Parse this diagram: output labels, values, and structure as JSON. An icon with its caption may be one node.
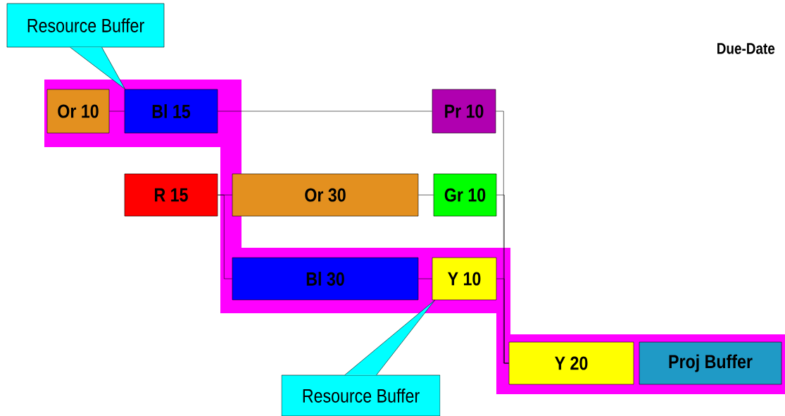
{
  "diagram": {
    "nodes": [
      {
        "text": [
          "Resource Buffer"
        ]
      },
      {
        "text": [
          "Or 10"
        ]
      },
      {
        "text": [
          "Bl 15"
        ]
      },
      {
        "text": [
          "Pr 10"
        ]
      },
      {
        "text": [
          "R 15"
        ]
      },
      {
        "text": [
          "Or 30"
        ]
      },
      {
        "text": [
          "Gr 10"
        ]
      },
      {
        "text": [
          "Bl 30"
        ]
      },
      {
        "text": [
          "Y 10"
        ]
      },
      {
        "text": [
          "Y 20"
        ]
      },
      {
        "text": [
          "Proj Buffer"
        ]
      },
      {
        "text": [
          "Resource Buffer"
        ]
      }
    ],
    "edges": [
      {
        "from": 0,
        "to": 2,
        "arrow": "none"
      },
      {
        "from": 1,
        "to": 2,
        "arrow": "none"
      },
      {
        "from": 2,
        "to": 3,
        "arrow": "none"
      },
      {
        "from": 4,
        "to": 5,
        "arrow": "none"
      },
      {
        "from": 4,
        "to": 7,
        "arrow": "none"
      },
      {
        "from": 5,
        "to": 6,
        "arrow": "none"
      },
      {
        "from": 7,
        "to": 8,
        "arrow": "none"
      },
      {
        "from": 3,
        "to": 9,
        "arrow": "none"
      },
      {
        "from": 6,
        "to": 9,
        "arrow": "none"
      },
      {
        "from": 8,
        "to": 9,
        "arrow": "none"
      },
      {
        "from": 11,
        "to": 8,
        "arrow": "none"
      }
    ],
    "labels": [
      "Due-Date"
    ]
  }
}
